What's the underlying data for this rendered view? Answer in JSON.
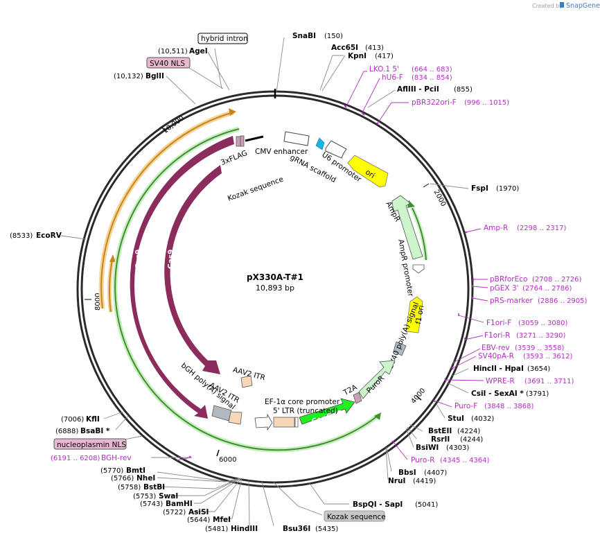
{
  "credit": {
    "created_by": "Created by",
    "brand": "SnapGene"
  },
  "plasmid": {
    "name": "pX330A-T#1",
    "length": "10,893 bp",
    "length_bp": 10893
  },
  "colors": {
    "cas9": "#8b2c5c",
    "ampr": "#ccf5cc",
    "ori": "#ffff00",
    "f1ori": "#ffff00",
    "copgfp": "#22ee22",
    "puror": "#ccf5cc",
    "u6": "#19b4e0",
    "enzyme_line": "#888888",
    "primer": "#b030c0",
    "orange_arc": "#e8a020",
    "green_arc": "#4caf50"
  },
  "ticks": [
    "2000",
    "4000",
    "6000",
    "8000",
    "10,000"
  ],
  "features": {
    "cmv_enhancer": "CMV enhancer",
    "u6_promoter": "U6 promoter",
    "grna_scaffold": "gRNA scaffold",
    "flag3x": "3xFLAG",
    "kozak_inner": "Kozak sequence",
    "ori": "ori",
    "ampr_top": "AmpR",
    "ampr_promoter": "AmpR promoter",
    "f1ori": "f1 ori",
    "sv40_polya": "SV40 poly(A) signal",
    "puror": "PuroR",
    "t2a": "T2A",
    "copgfp": "CopGFP",
    "ef1a": "EF-1α core promoter",
    "ltr5": "5' LTR (truncated)",
    "aav2_itr_a": "AAV2 ITR",
    "aav2_itr_b": "AAV2 ITR",
    "bgh": "bGH poly(A) signal",
    "cas9_outer": "Cas9",
    "cas9_inner": "Cas9"
  },
  "boxed_labels": {
    "hybrid_intron": "hybrid intron",
    "sv40_nls": "SV40 NLS",
    "nucleoplasmin_nls": "nucleoplasmin NLS",
    "kozak_box": "Kozak sequence"
  },
  "enzymes_top": [
    {
      "name": "SnaBI",
      "pos": "(150)"
    },
    {
      "name": "Acc65I",
      "pos": "(413)"
    },
    {
      "name": "KpnI",
      "pos": "(417)"
    },
    {
      "name": "AflIII  -  PciI",
      "pos": "(855)"
    },
    {
      "name": "FspI",
      "pos": "(1970)"
    }
  ],
  "enzymes_left_top": [
    {
      "name": "AgeI",
      "pos": "(10,511)"
    },
    {
      "name": "BglII",
      "pos": "(10,132)"
    },
    {
      "name": "EcoRV",
      "pos": "(8533)"
    }
  ],
  "enzymes_right": [
    {
      "name": "HincII  -  HpaI",
      "pos": "(3654)"
    },
    {
      "name": "CsiI  -  SexAI  *",
      "pos": "(3791)"
    },
    {
      "name": "StuI",
      "pos": "(4032)"
    },
    {
      "name": "BstEII",
      "pos": "(4224)"
    },
    {
      "name": "RsrII",
      "pos": "(4244)"
    },
    {
      "name": "BsiWI",
      "pos": "(4303)"
    },
    {
      "name": "BbsI",
      "pos": "(4407)"
    },
    {
      "name": "NruI",
      "pos": "(4419)"
    },
    {
      "name": "BspQI  -  SapI",
      "pos": "(5041)"
    }
  ],
  "enzymes_left_bottom": [
    {
      "name": "KflI",
      "pos": "(7006)"
    },
    {
      "name": "BsaBI  *",
      "pos": "(6888)"
    },
    {
      "name": "BmtI",
      "pos": "(5770)"
    },
    {
      "name": "NheI",
      "pos": "(5766)"
    },
    {
      "name": "BstBI",
      "pos": "(5758)"
    },
    {
      "name": "SwaI",
      "pos": "(5753)"
    },
    {
      "name": "BamHI",
      "pos": "(5743)"
    },
    {
      "name": "AsiSI",
      "pos": "(5722)"
    },
    {
      "name": "MfeI",
      "pos": "(5644)"
    },
    {
      "name": "HindIII",
      "pos": "(5481)"
    },
    {
      "name": "Bsu36I",
      "pos": "(5435)"
    }
  ],
  "primers": [
    {
      "name": "LKO.1 5'",
      "pos": "(664 .. 683)"
    },
    {
      "name": "hU6-F",
      "pos": "(834 .. 854)"
    },
    {
      "name": "pBR322ori-F",
      "pos": "(996 .. 1015)"
    },
    {
      "name": "Amp-R",
      "pos": "(2298 .. 2317)"
    },
    {
      "name": "pBRforEco",
      "pos": "(2708 .. 2726)"
    },
    {
      "name": "pGEX 3'",
      "pos": "(2764 .. 2786)"
    },
    {
      "name": "pRS-marker",
      "pos": "(2886 .. 2905)"
    },
    {
      "name": "F1ori-F",
      "pos": "(3059 .. 3080)"
    },
    {
      "name": "F1ori-R",
      "pos": "(3271 .. 3290)"
    },
    {
      "name": "EBV-rev",
      "pos": "(3539 .. 3558)"
    },
    {
      "name": "SV40pA-R",
      "pos": "(3593 .. 3612)"
    },
    {
      "name": "WPRE-R",
      "pos": "(3691 .. 3711)"
    },
    {
      "name": "Puro-F",
      "pos": "(3848 .. 3868)"
    },
    {
      "name": "Puro-R",
      "pos": "(4345 .. 4364)"
    },
    {
      "name": "BGH-rev",
      "pos": "(6191 .. 6208)"
    }
  ]
}
